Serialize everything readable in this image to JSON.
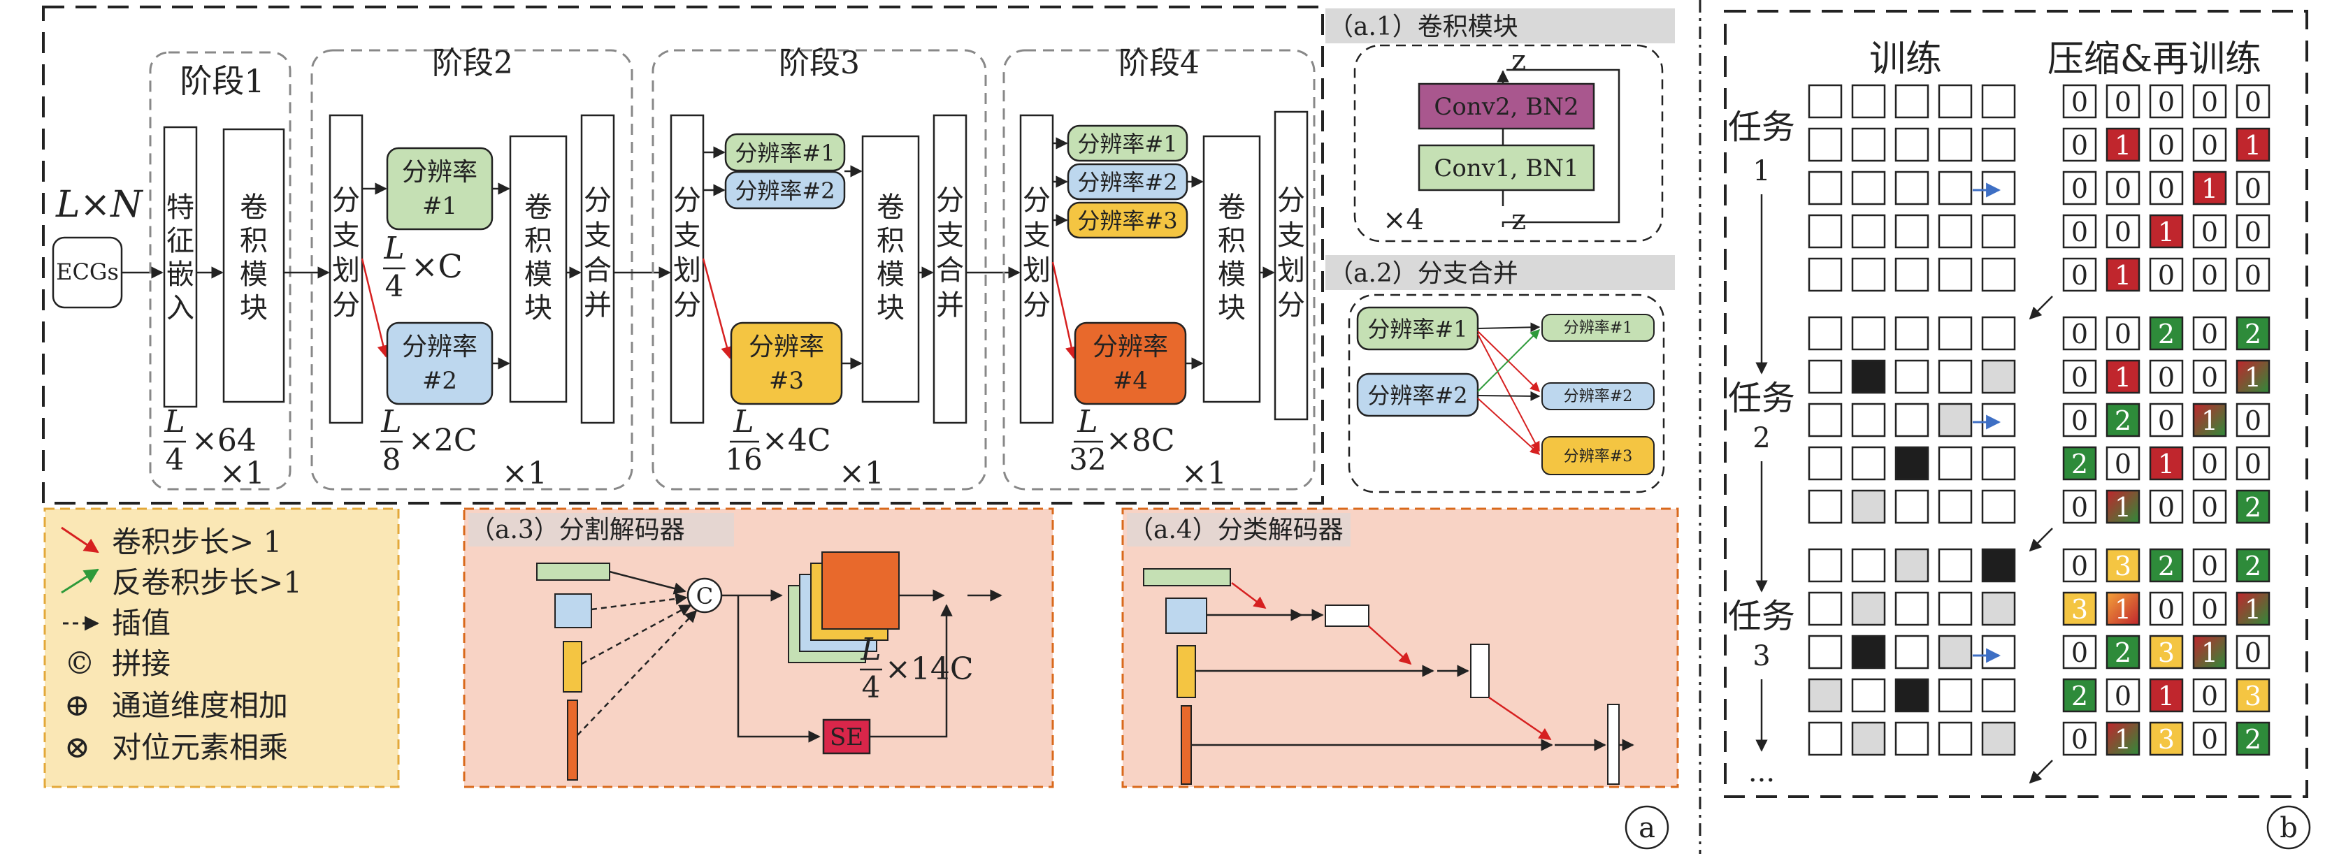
{
  "colors": {
    "green": "#c5e0b4",
    "green_dark": "#2e8b3a",
    "blue": "#bdd7ee",
    "yellow": "#f4c542",
    "orange": "#e8692c",
    "red": "#c0262d",
    "purple": "#a9578e",
    "salmon_panel": "#f8d3c5",
    "legend_panel": "#fae7b5",
    "gray_cell": "#d9d9d9"
  },
  "panel_a": {
    "input_label": "L×N",
    "input_box": "ECGs",
    "stages": [
      {
        "title": "阶段1",
        "embed": "特征嵌入",
        "conv": "卷积模块",
        "dim_num": "L",
        "dim_den": "4",
        "dim_rest": "×64",
        "repeat": "×1"
      },
      {
        "title": "阶段2",
        "split": "分支划分",
        "res": [
          {
            "line1": "分辨率",
            "line2": "#1"
          },
          {
            "line1": "分辨率",
            "line2": "#2"
          }
        ],
        "dim_mid": "×C",
        "dim_mid_num": "L",
        "dim_mid_den": "4",
        "conv": "卷积模块",
        "merge": "分支合并",
        "dim_num": "L",
        "dim_den": "8",
        "dim_rest": "×2C",
        "repeat": "×1"
      },
      {
        "title": "阶段3",
        "split": "分支划分",
        "res": [
          "分辨率#1",
          "分辨率#2"
        ],
        "res3": {
          "line1": "分辨率",
          "line2": "#3"
        },
        "conv": "卷积模块",
        "merge": "分支合并",
        "dim_num": "L",
        "dim_den": "16",
        "dim_rest": "×4C",
        "repeat": "×1"
      },
      {
        "title": "阶段4",
        "split": "分支划分",
        "res": [
          "分辨率#1",
          "分辨率#2",
          "分辨率#3"
        ],
        "res4": {
          "line1": "分辨率",
          "line2": "#4"
        },
        "conv": "卷积模块",
        "split2": "分支划分",
        "dim_num": "L",
        "dim_den": "32",
        "dim_rest": "×8C",
        "repeat": "×1"
      }
    ],
    "a1": {
      "title": "（a.1）卷积模块",
      "conv2": "Conv2, BN2",
      "conv1": "Conv1, BN1",
      "z": "z",
      "repeat": "×4"
    },
    "a2": {
      "title": "（a.2）分支合并",
      "inputs": [
        "分辨率#1",
        "分辨率#2"
      ],
      "outputs": [
        "分辨率#1",
        "分辨率#2",
        "分辨率#3"
      ]
    },
    "legend": [
      {
        "sym": "red-arrow",
        "text": "卷积步长> 1"
      },
      {
        "sym": "green-arrow",
        "text": "反卷积步长>1"
      },
      {
        "sym": "dashed-arrow",
        "text": "插值"
      },
      {
        "sym": "©",
        "text": "拼接"
      },
      {
        "sym": "⊕",
        "text": "通道维度相加"
      },
      {
        "sym": "⊗",
        "text": "对位元素相乘"
      }
    ],
    "a3": {
      "title": "（a.3）分割解码器",
      "concat": "C",
      "se": "SE",
      "dim_num": "L",
      "dim_den": "4",
      "dim_rest": "×14C"
    },
    "a4": {
      "title": "（a.4）分类解码器"
    },
    "label": "a"
  },
  "panel_b": {
    "header_train": "训练",
    "header_compress": "压缩&再训练",
    "tasks": [
      {
        "name": "任务",
        "num": "1"
      },
      {
        "name": "任务",
        "num": "2"
      },
      {
        "name": "任务",
        "num": "3"
      }
    ],
    "ellipsis": "...",
    "train_grids": [
      [
        [
          "w",
          "w",
          "w",
          "w",
          "w"
        ],
        [
          "w",
          "w",
          "w",
          "w",
          "w"
        ],
        [
          "w",
          "w",
          "w",
          "w",
          "w"
        ],
        [
          "w",
          "w",
          "w",
          "w",
          "w"
        ],
        [
          "w",
          "w",
          "w",
          "w",
          "w"
        ]
      ],
      [
        [
          "w",
          "w",
          "w",
          "w",
          "w"
        ],
        [
          "w",
          "k",
          "w",
          "w",
          "g"
        ],
        [
          "w",
          "w",
          "w",
          "g",
          "w"
        ],
        [
          "w",
          "w",
          "k",
          "w",
          "w"
        ],
        [
          "w",
          "g",
          "w",
          "w",
          "w"
        ]
      ],
      [
        [
          "w",
          "w",
          "g",
          "w",
          "k"
        ],
        [
          "w",
          "g",
          "w",
          "w",
          "g"
        ],
        [
          "w",
          "k",
          "w",
          "g",
          "w"
        ],
        [
          "g",
          "w",
          "k",
          "w",
          "w"
        ],
        [
          "w",
          "g",
          "w",
          "w",
          "g"
        ]
      ]
    ],
    "compress_grids": [
      [
        [
          [
            "w",
            "0"
          ],
          [
            "w",
            "0"
          ],
          [
            "w",
            "0"
          ],
          [
            "w",
            "0"
          ],
          [
            "w",
            "0"
          ]
        ],
        [
          [
            "w",
            "0"
          ],
          [
            "r",
            "1"
          ],
          [
            "w",
            "0"
          ],
          [
            "w",
            "0"
          ],
          [
            "r",
            "1"
          ]
        ],
        [
          [
            "w",
            "0"
          ],
          [
            "w",
            "0"
          ],
          [
            "w",
            "0"
          ],
          [
            "r",
            "1"
          ],
          [
            "w",
            "0"
          ]
        ],
        [
          [
            "w",
            "0"
          ],
          [
            "w",
            "0"
          ],
          [
            "r",
            "1"
          ],
          [
            "w",
            "0"
          ],
          [
            "w",
            "0"
          ]
        ],
        [
          [
            "w",
            "0"
          ],
          [
            "r",
            "1"
          ],
          [
            "w",
            "0"
          ],
          [
            "w",
            "0"
          ],
          [
            "w",
            "0"
          ]
        ]
      ],
      [
        [
          [
            "w",
            "0"
          ],
          [
            "w",
            "0"
          ],
          [
            "G",
            "2"
          ],
          [
            "w",
            "0"
          ],
          [
            "G",
            "2"
          ]
        ],
        [
          [
            "w",
            "0"
          ],
          [
            "r",
            "1"
          ],
          [
            "w",
            "0"
          ],
          [
            "w",
            "0"
          ],
          [
            "rg",
            "1"
          ]
        ],
        [
          [
            "w",
            "0"
          ],
          [
            "G",
            "2"
          ],
          [
            "w",
            "0"
          ],
          [
            "rg",
            "1"
          ],
          [
            "w",
            "0"
          ]
        ],
        [
          [
            "G",
            "2"
          ],
          [
            "w",
            "0"
          ],
          [
            "r",
            "1"
          ],
          [
            "w",
            "0"
          ],
          [
            "w",
            "0"
          ]
        ],
        [
          [
            "w",
            "0"
          ],
          [
            "rg",
            "1"
          ],
          [
            "w",
            "0"
          ],
          [
            "w",
            "0"
          ],
          [
            "G",
            "2"
          ]
        ]
      ],
      [
        [
          [
            "w",
            "0"
          ],
          [
            "y",
            "3"
          ],
          [
            "G",
            "2"
          ],
          [
            "w",
            "0"
          ],
          [
            "G",
            "2"
          ]
        ],
        [
          [
            "y",
            "3"
          ],
          [
            "ry",
            "1"
          ],
          [
            "w",
            "0"
          ],
          [
            "w",
            "0"
          ],
          [
            "rg",
            "1"
          ]
        ],
        [
          [
            "w",
            "0"
          ],
          [
            "G",
            "2"
          ],
          [
            "y",
            "3"
          ],
          [
            "rg",
            "1"
          ],
          [
            "w",
            "0"
          ]
        ],
        [
          [
            "G",
            "2"
          ],
          [
            "w",
            "0"
          ],
          [
            "r",
            "1"
          ],
          [
            "w",
            "0"
          ],
          [
            "y",
            "3"
          ]
        ],
        [
          [
            "w",
            "0"
          ],
          [
            "rg",
            "1"
          ],
          [
            "y",
            "3"
          ],
          [
            "w",
            "0"
          ],
          [
            "G",
            "2"
          ]
        ]
      ]
    ],
    "label": "b"
  }
}
